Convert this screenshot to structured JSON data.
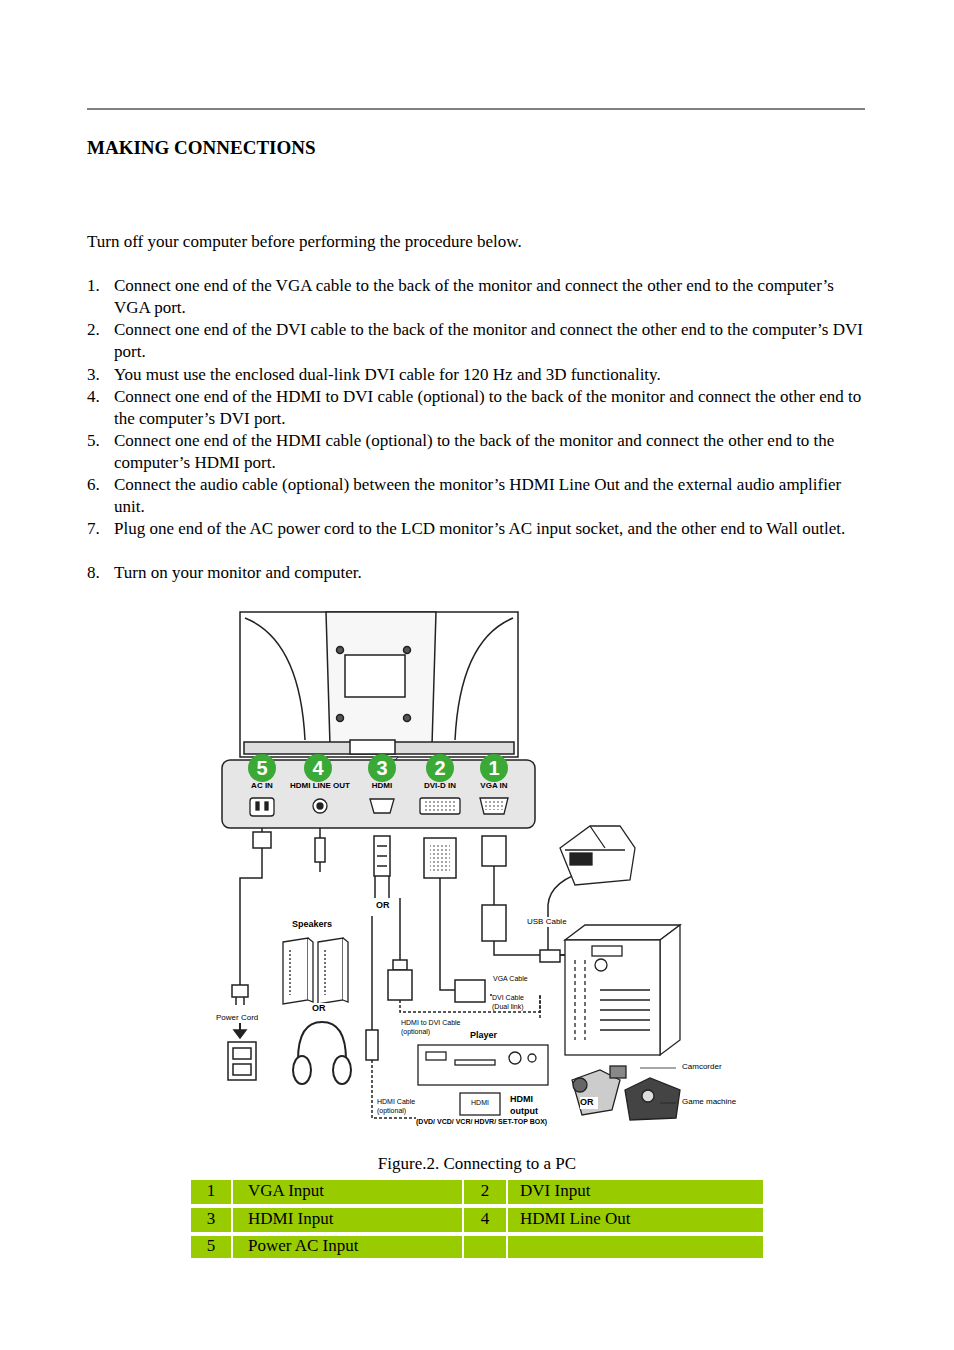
{
  "diagram": {
    "title": "MAKING CONNECTIONS",
    "caption": "Figure.2. Connecting to a PC",
    "labels": [
      "Turn off your computer before performing the procedure below.",
      "1.",
      "Connect one end of the VGA cable to the back of the monitor and connect the other end to the computer’s VGA port.",
      "2.",
      "Connect one end of the DVI cable to the back of the monitor and connect the other end to the computer’s DVI port.",
      "3.",
      "You must use the enclosed dual-link DVI cable for 120 Hz and 3D functionality.",
      "4.",
      "Connect one end of the HDMI to DVI cable (optional) to the back of the monitor and connect the other end to the computer’s DVI port.",
      "5.",
      "Connect one end of the HDMI cable (optional) to the back of the monitor and connect the other end to the computer’s HDMI port.",
      "6.",
      "Connect the audio cable (optional) between the monitor’s HDMI Line Out and the external audio amplifier unit.",
      "7.",
      "Plug one end of the AC power cord to the LCD monitor’s AC input socket, and the other end to Wall outlet.",
      "8.",
      "Turn on your monitor and computer.",
      "5",
      "AC IN",
      "4",
      "HDMI LINE OUT",
      "3",
      "HDMI",
      "2",
      "DVI-D IN",
      "1",
      "VGA IN",
      "Speakers",
      "OR",
      "USB Cable",
      "VGA Cable",
      "DVI Cable (Dual link)",
      "Power Cord",
      "OR",
      "HDMI to DVI Cable (optional)",
      "Player",
      "Camcorder",
      "HDMI Cable (optional)",
      "HDMI",
      "HDMI output",
      "OR",
      "Game machine",
      "(DVD/ VCD/ VCR/ HDVR/ SET-TOP BOX)",
      "1",
      "VGA Input",
      "2",
      "DVI Input",
      "3",
      "HDMI Input",
      "4",
      "HDMI Line Out",
      "5",
      "Power AC Input"
    ]
  }
}
